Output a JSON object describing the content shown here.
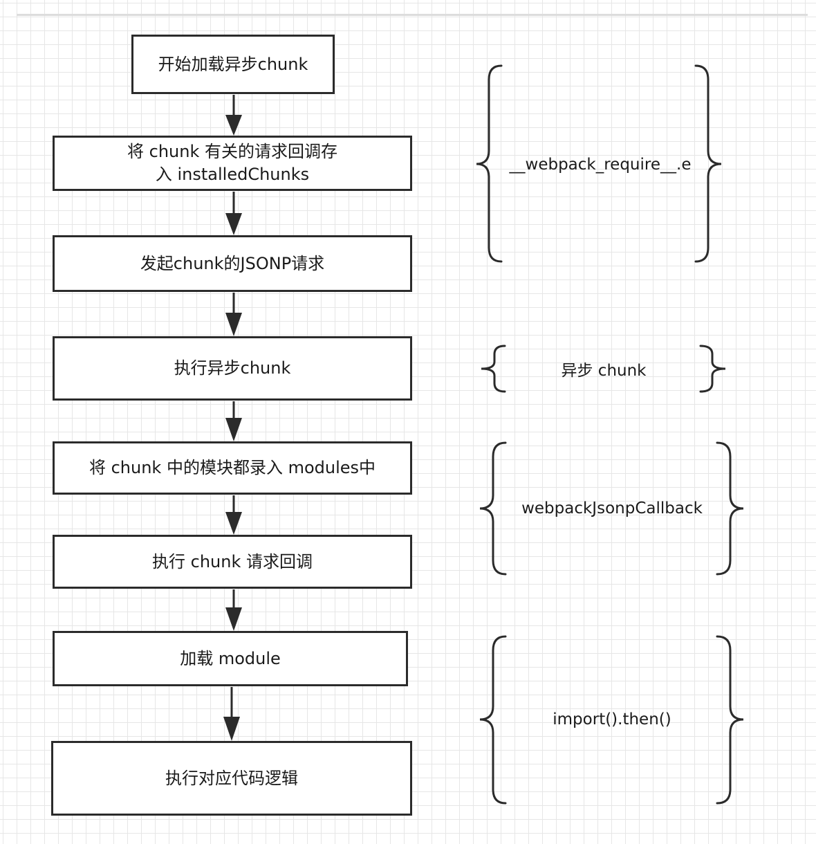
{
  "steps": [
    {
      "label": "开始加载异步chunk"
    },
    {
      "label": "将 chunk 有关的请求回调存\n入 installedChunks"
    },
    {
      "label": "发起chunk的JSONP请求"
    },
    {
      "label": "执行异步chunk"
    },
    {
      "label": "将 chunk 中的模块都录入 modules中"
    },
    {
      "label": "执行 chunk 请求回调"
    },
    {
      "label": "加载 module"
    },
    {
      "label": "执行对应代码逻辑"
    }
  ],
  "groups": [
    {
      "label": "__webpack_require__.e"
    },
    {
      "label": "异步 chunk"
    },
    {
      "label": "webpackJsonpCallback"
    },
    {
      "label": "import().then()"
    }
  ],
  "colors": {
    "stroke": "#2b2b2b",
    "grid": "#e6e6e6",
    "background": "#ffffff"
  }
}
